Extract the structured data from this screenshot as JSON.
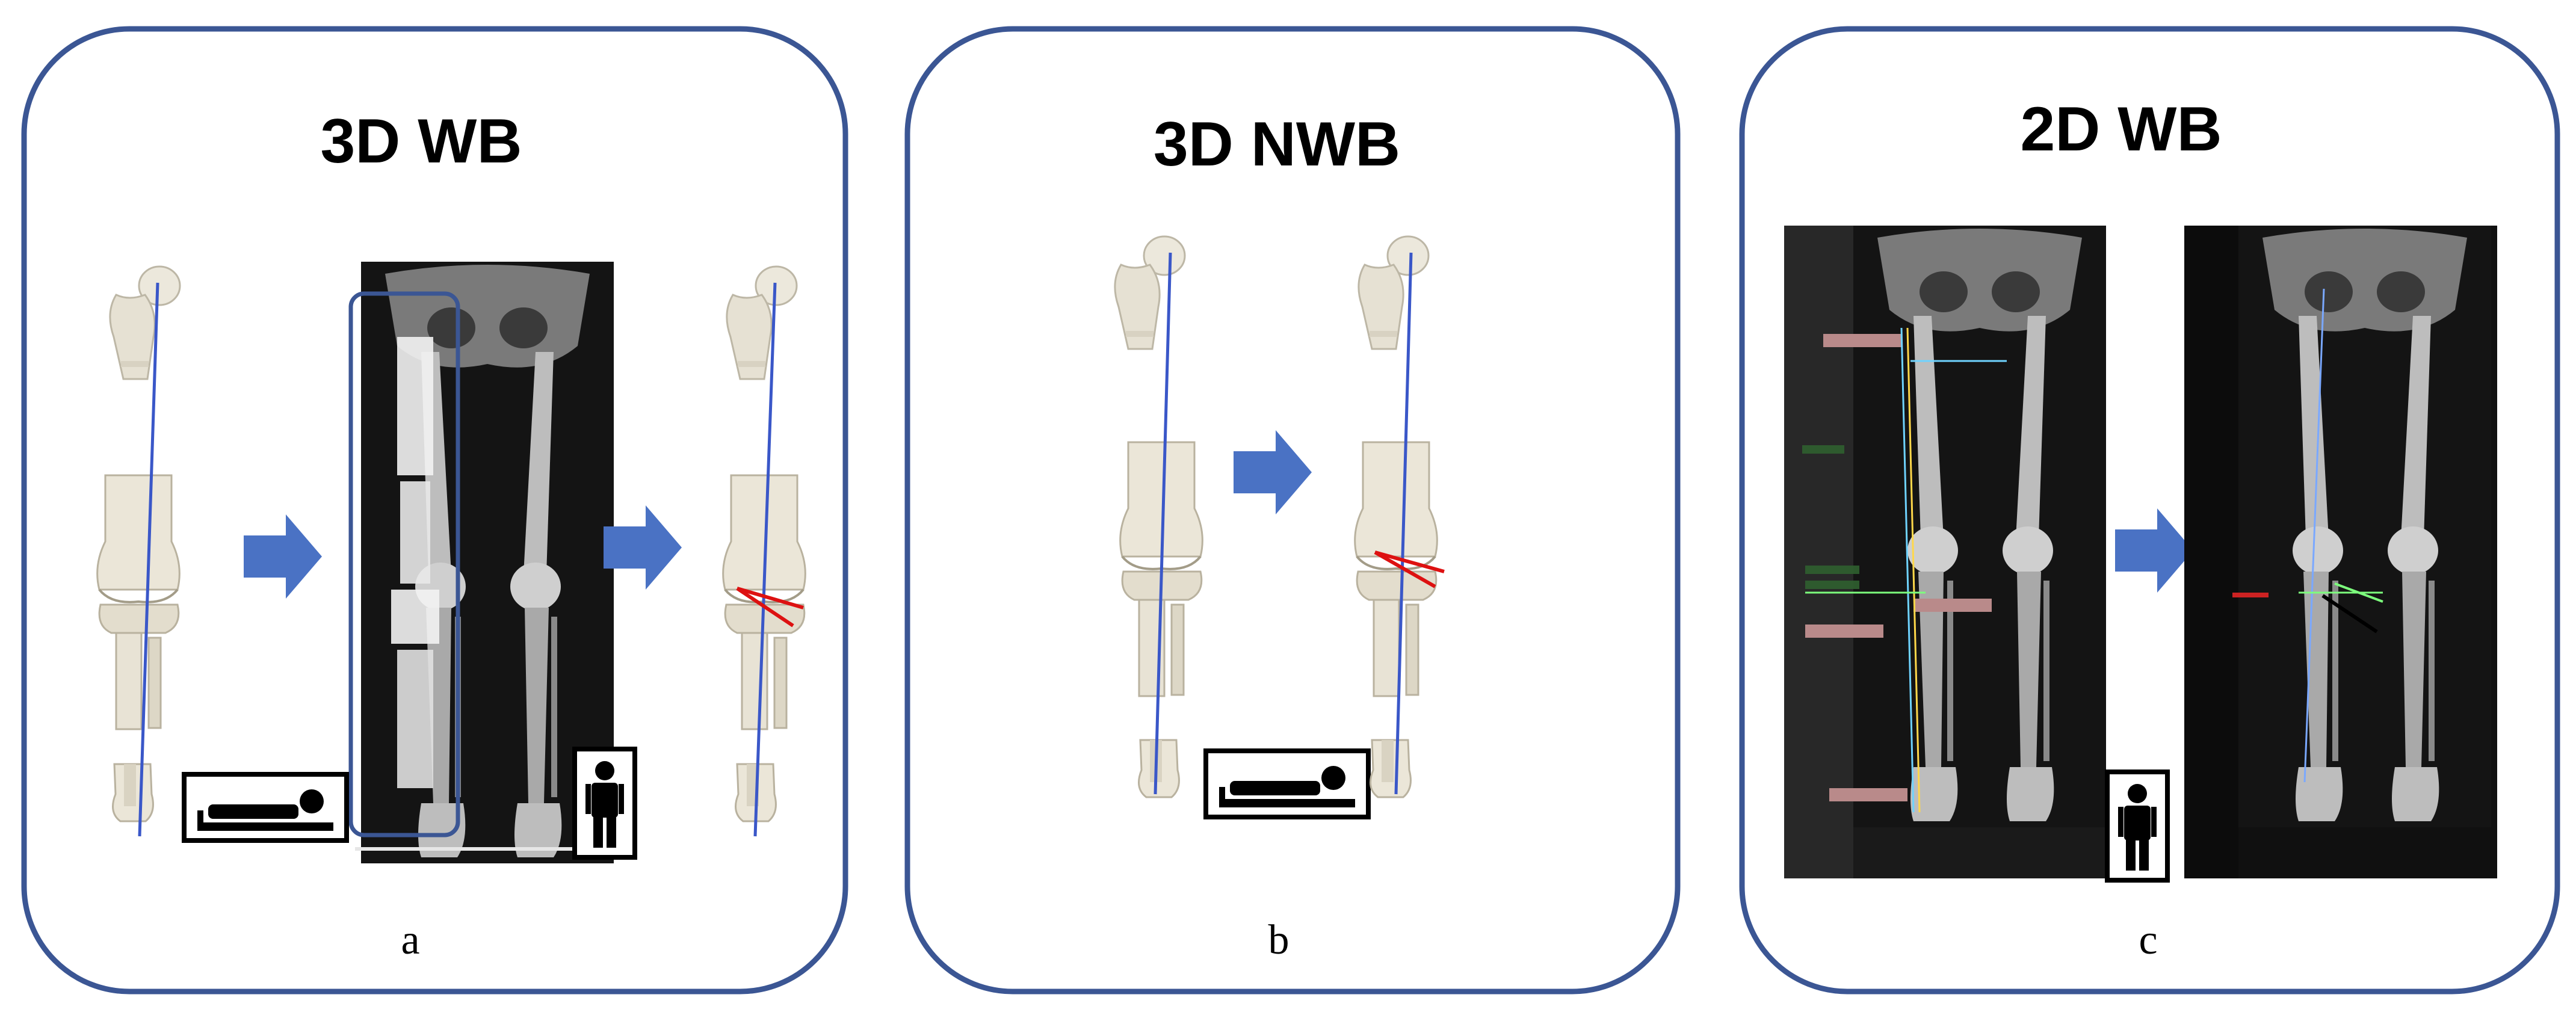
{
  "panels": [
    {
      "id": "a",
      "title": "3D WB",
      "caption": "a"
    },
    {
      "id": "b",
      "title": "3D NWB",
      "caption": "b"
    },
    {
      "id": "c",
      "title": "2D WB",
      "caption": "c"
    }
  ],
  "colors": {
    "frame": "#3b5694",
    "arrow": "#4a72c4",
    "axis_line": "#3a57c8",
    "correction_lines": "#dd1111",
    "xray_background": "#111111",
    "overlay_green": "#7dff7d",
    "overlay_red_box": "#b98a8a"
  },
  "icons": {
    "supine": "supine-patient-icon",
    "standing": "standing-person-icon",
    "arrow": "right-arrow-icon"
  }
}
